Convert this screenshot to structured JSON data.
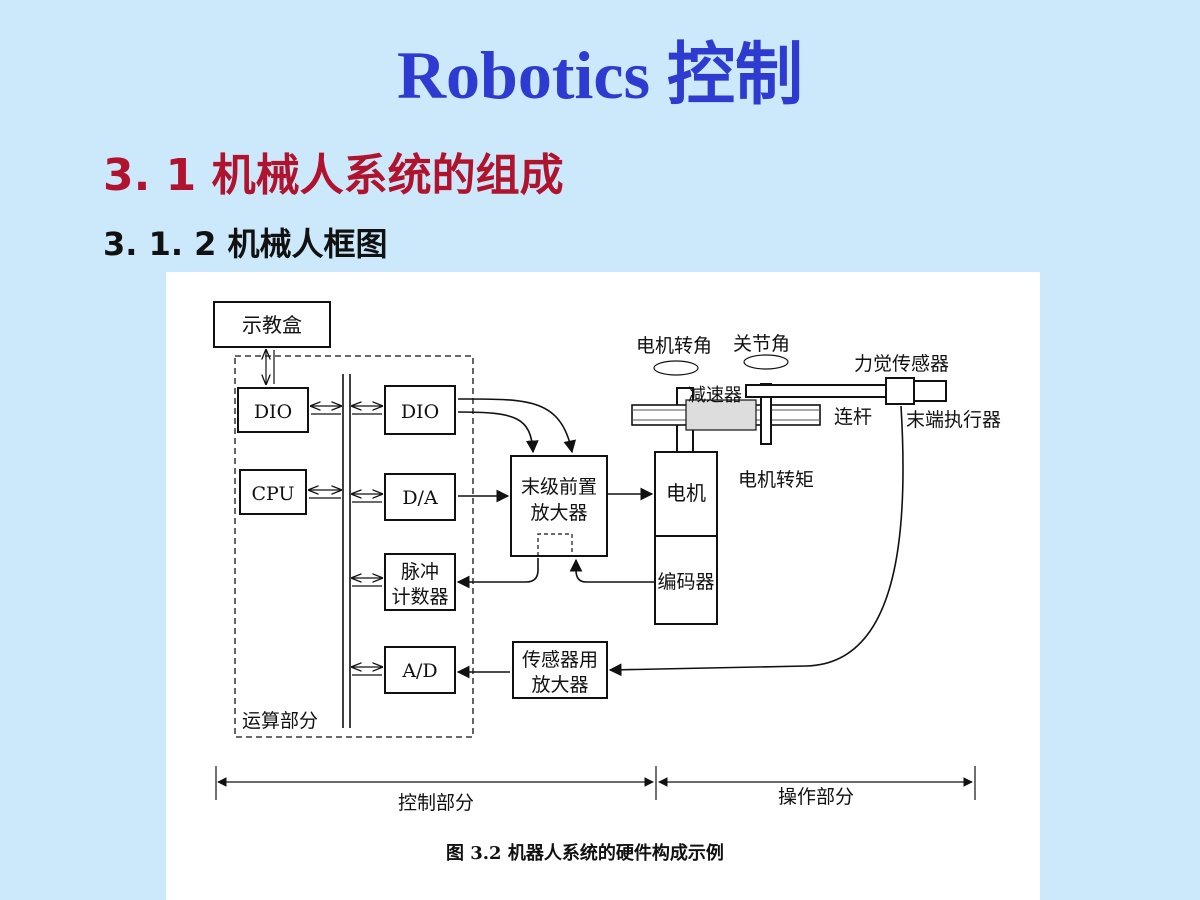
{
  "slide": {
    "title": "Robotics 控制",
    "section": "3. 1   机械人系统的组成",
    "subsection": "3. 1. 2  机械人框图"
  },
  "diagram": {
    "teach_pendant": "示教盒",
    "dio_left": "DIO",
    "dio_right": "DIO",
    "cpu": "CPU",
    "da": "D/A",
    "pulse_counter_line1": "脉冲",
    "pulse_counter_line2": "计数器",
    "ad": "A/D",
    "final_preamp_line1": "末级前置",
    "final_preamp_line2": "放大器",
    "sensor_amp_line1": "传感器用",
    "sensor_amp_line2": "放大器",
    "motor": "电机",
    "encoder": "编码器",
    "motor_angle": "电机转角",
    "joint_angle": "关节角",
    "reducer": "减速器",
    "link": "连杆",
    "force_sensor": "力觉传感器",
    "end_effector": "末端执行器",
    "motor_torque": "电机转矩",
    "computing_part": "运算部分",
    "control_part": "控制部分",
    "operation_part": "操作部分",
    "caption": "图 3.2   机器人系统的硬件构成示例"
  },
  "colors": {
    "background": "#cce9fb",
    "title": "#2f3bd0",
    "section": "#b0132e"
  }
}
